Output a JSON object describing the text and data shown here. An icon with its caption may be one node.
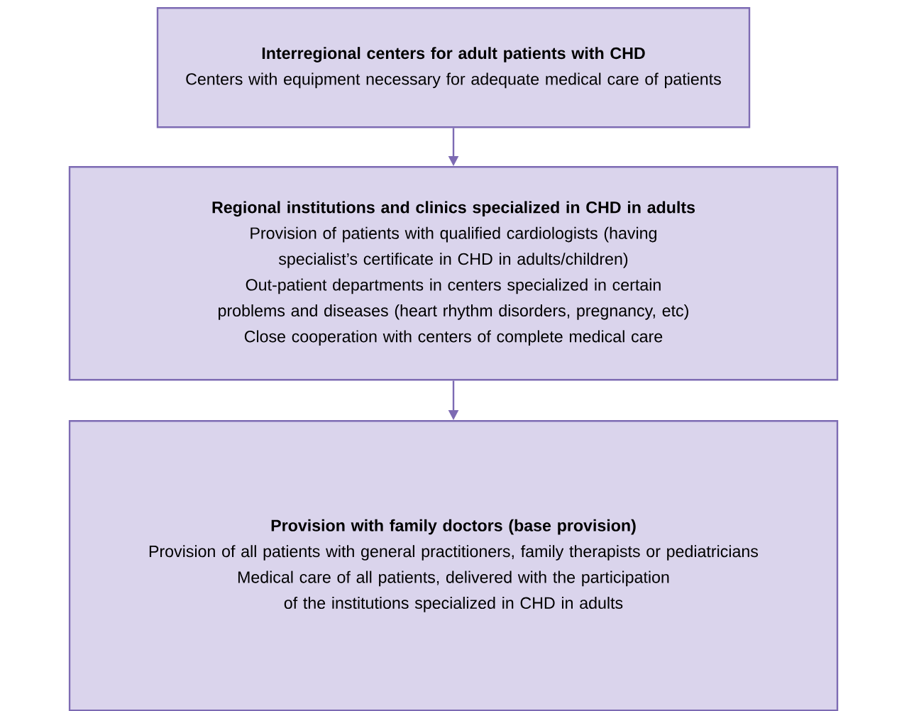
{
  "diagram": {
    "nodes": [
      {
        "text": [
          "Interregional centers for adult patients with CHD",
          "Centers with equipment necessary for adequate medical care of patients"
        ]
      },
      {
        "text": [
          "Regional institutions and clinics specialized in CHD in adults",
          "Provision of patients with qualified cardiologists (having specialist’s certificate in CHD in adults/children)",
          "Out-patient departments in centers specialized in certain problems and diseases (heart rhythm disorders, pregnancy, etc)",
          "Close cooperation with centers of complete medical care"
        ]
      },
      {
        "text": [
          "Provision with family doctors (base provision)",
          "Provision of all patients with general practitioners, family therapists or pediatricians",
          "Medical care of all patients, delivered with the participation of the institutions specialized in CHD in adults"
        ]
      }
    ],
    "edges": [
      {
        "from": 0,
        "to": 1,
        "arrow": "to"
      },
      {
        "from": 1,
        "to": 2,
        "arrow": "to"
      }
    ]
  }
}
